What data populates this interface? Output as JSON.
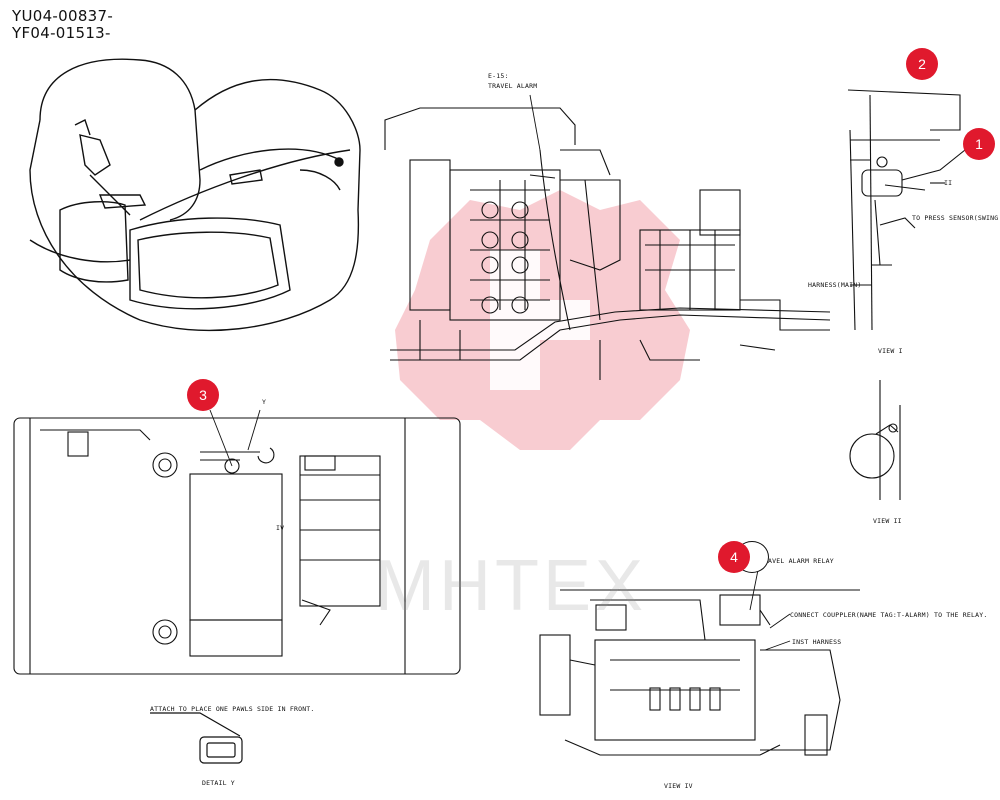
{
  "header": {
    "serial_1": "YU04-00837-",
    "serial_2": "YF04-01513-"
  },
  "labels": {
    "travel_alarm_code": "E-15:",
    "travel_alarm": "TRAVEL ALARM",
    "view_1_arrow": "II",
    "press_sensor": "TO PRESS SENSOR(SWING",
    "harness_main": "HARNESS(MAIN)",
    "view_1": "VIEW I",
    "view_2": "VIEW II",
    "detail_mark": "Y",
    "view_4_arrow": "IV",
    "travel_alarm_relay": "AVEL ALARM RELAY",
    "connect_coupler": "CONNECT COUPPLER(NAME TAG:T-ALARM) TO THE RELAY.",
    "inst_harness": "INST HARNESS",
    "attach_note": "ATTACH TO PLACE ONE PAWLS SIDE IN FRONT.",
    "detail_y": "DETAIL Y",
    "view_4": "VIEW IV"
  },
  "callouts": [
    {
      "number": "1"
    },
    {
      "number": "2"
    },
    {
      "number": "3"
    },
    {
      "number": "4"
    }
  ],
  "watermark": {
    "text": "MHTEX",
    "color": "#e0192d"
  }
}
